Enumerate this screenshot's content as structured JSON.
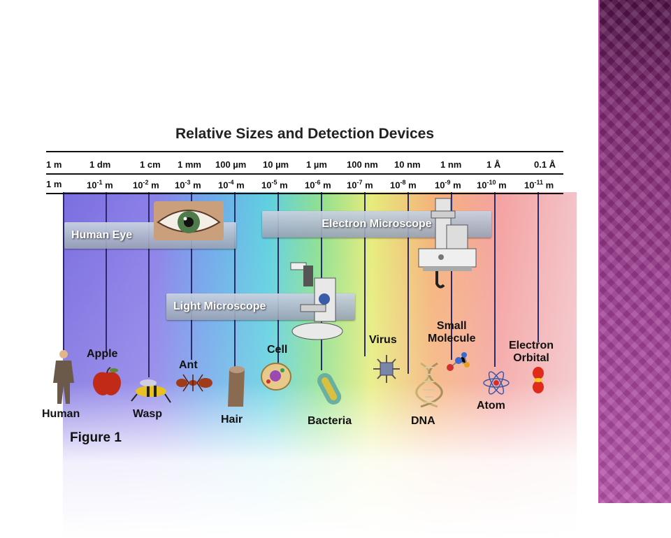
{
  "figure": {
    "title": "Relative Sizes and Detection Devices",
    "caption": "Figure 1",
    "length_units": [
      "1 m",
      "1 dm",
      "1 cm",
      "1 mm",
      "100 µm",
      "10 µm",
      "1 µm",
      "100 nm",
      "10 nm",
      "1 nm",
      "1 Å",
      "0.1 Å"
    ],
    "power_units": [
      {
        "base": "1 m",
        "exp": ""
      },
      {
        "base": "10",
        "exp": "-1",
        "unit": "m"
      },
      {
        "base": "10",
        "exp": "-2",
        "unit": "m"
      },
      {
        "base": "10",
        "exp": "-3",
        "unit": "m"
      },
      {
        "base": "10",
        "exp": "-4",
        "unit": "m"
      },
      {
        "base": "10",
        "exp": "-5",
        "unit": "m"
      },
      {
        "base": "10",
        "exp": "-6",
        "unit": "m"
      },
      {
        "base": "10",
        "exp": "-7",
        "unit": "m"
      },
      {
        "base": "10",
        "exp": "-8",
        "unit": "m"
      },
      {
        "base": "10",
        "exp": "-9",
        "unit": "m"
      },
      {
        "base": "10",
        "exp": "-10",
        "unit": "m"
      },
      {
        "base": "10",
        "exp": "-11",
        "unit": "m"
      }
    ],
    "devices": {
      "human_eye": "Human Eye",
      "electron_microscope": "Electron Microscope",
      "light_microscope": "Light Microscope"
    },
    "objects": {
      "human": "Human",
      "apple": "Apple",
      "wasp": "Wasp",
      "ant": "Ant",
      "hair": "Hair",
      "cell": "Cell",
      "bacteria": "Bacteria",
      "virus": "Virus",
      "dna": "DNA",
      "small_molecule_1": "Small",
      "small_molecule_2": "Molecule",
      "atom": "Atom",
      "electron_orbital_1": "Electron",
      "electron_orbital_2": "Orbital"
    }
  },
  "theme": {
    "stripe_color": "#8a2f7c"
  }
}
